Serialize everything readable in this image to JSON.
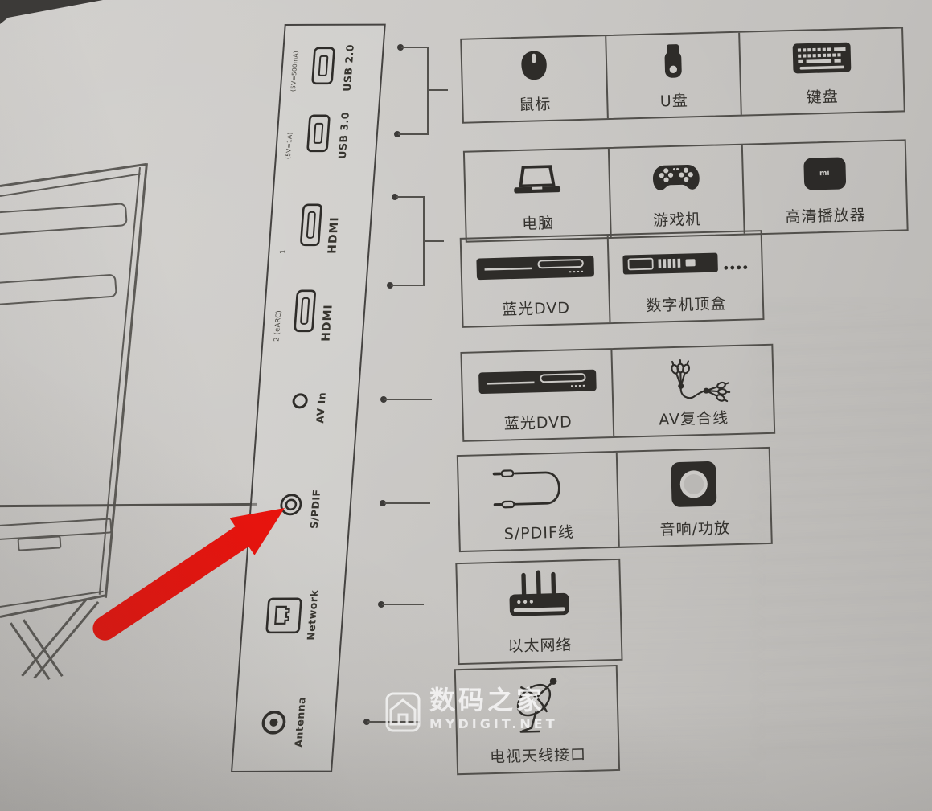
{
  "colors": {
    "arrow_red": "#e8130d",
    "paper": "#cbc9c6",
    "ink": "#2e2c29",
    "line": "#53514d"
  },
  "watermark": {
    "title": "数码之家",
    "site": "MYDIGIT.NET"
  },
  "panel": {
    "ports": [
      {
        "id": "usb2",
        "label": "USB 2.0",
        "sublabel": "(5V=500mA)"
      },
      {
        "id": "usb3",
        "label": "USB 3.0",
        "sublabel": "(5V=1A)"
      },
      {
        "id": "hdmi1",
        "label": "HDMI",
        "sublabel": "1"
      },
      {
        "id": "hdmi2",
        "label": "HDMI",
        "sublabel": "2 (eARC)"
      },
      {
        "id": "avin",
        "label": "AV In",
        "sublabel": ""
      },
      {
        "id": "spdif",
        "label": "S/PDIF",
        "sublabel": ""
      },
      {
        "id": "network",
        "label": "Network",
        "sublabel": ""
      },
      {
        "id": "antenna",
        "label": "Antenna",
        "sublabel": ""
      }
    ]
  },
  "device_groups": [
    {
      "cells": [
        {
          "label": "鼠标"
        },
        {
          "label": "U盘"
        },
        {
          "label": "键盘"
        }
      ]
    },
    {
      "cells": [
        {
          "label": "电脑"
        },
        {
          "label": "游戏机"
        },
        {
          "label": "高清播放器",
          "icon_text": "mi"
        }
      ]
    },
    {
      "cells": [
        {
          "label": "蓝光DVD"
        },
        {
          "label": "数字机顶盒"
        }
      ]
    },
    {
      "cells": [
        {
          "label": "蓝光DVD"
        },
        {
          "label": "AV复合线"
        }
      ]
    },
    {
      "cells": [
        {
          "label": "S/PDIF线"
        },
        {
          "label": "音响/功放"
        }
      ]
    },
    {
      "cells": [
        {
          "label": "以太网络"
        }
      ]
    },
    {
      "cells": [
        {
          "label": "电视天线接口"
        }
      ]
    }
  ]
}
